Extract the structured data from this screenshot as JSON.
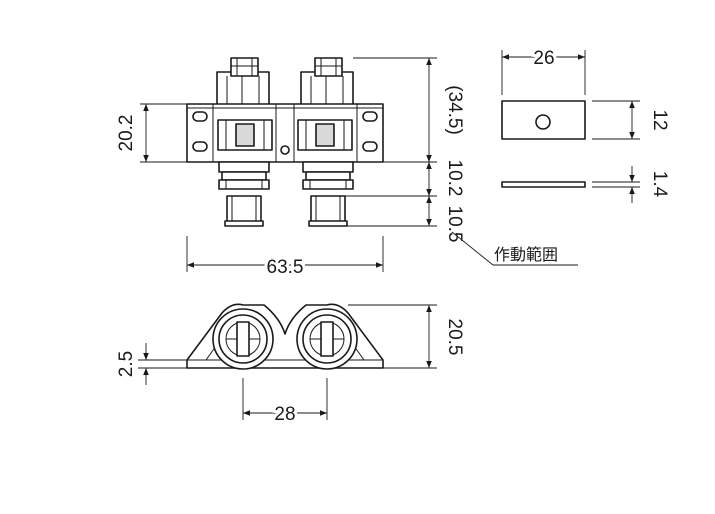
{
  "dimensions": {
    "front_height": "20.2",
    "total_height": "(34.5)",
    "lower_height": "10.2",
    "stroke": "10.5",
    "width": "63.5",
    "plate_width": "26",
    "plate_height": "12",
    "plate_thickness": "1.4",
    "bottom_height": "20.5",
    "flange_thickness": "2.5",
    "pitch": "28"
  },
  "annotations": {
    "stroke_range": "作動範囲"
  },
  "colors": {
    "line": "#1a1a1a",
    "fill_gray": "#d9d9d9"
  }
}
